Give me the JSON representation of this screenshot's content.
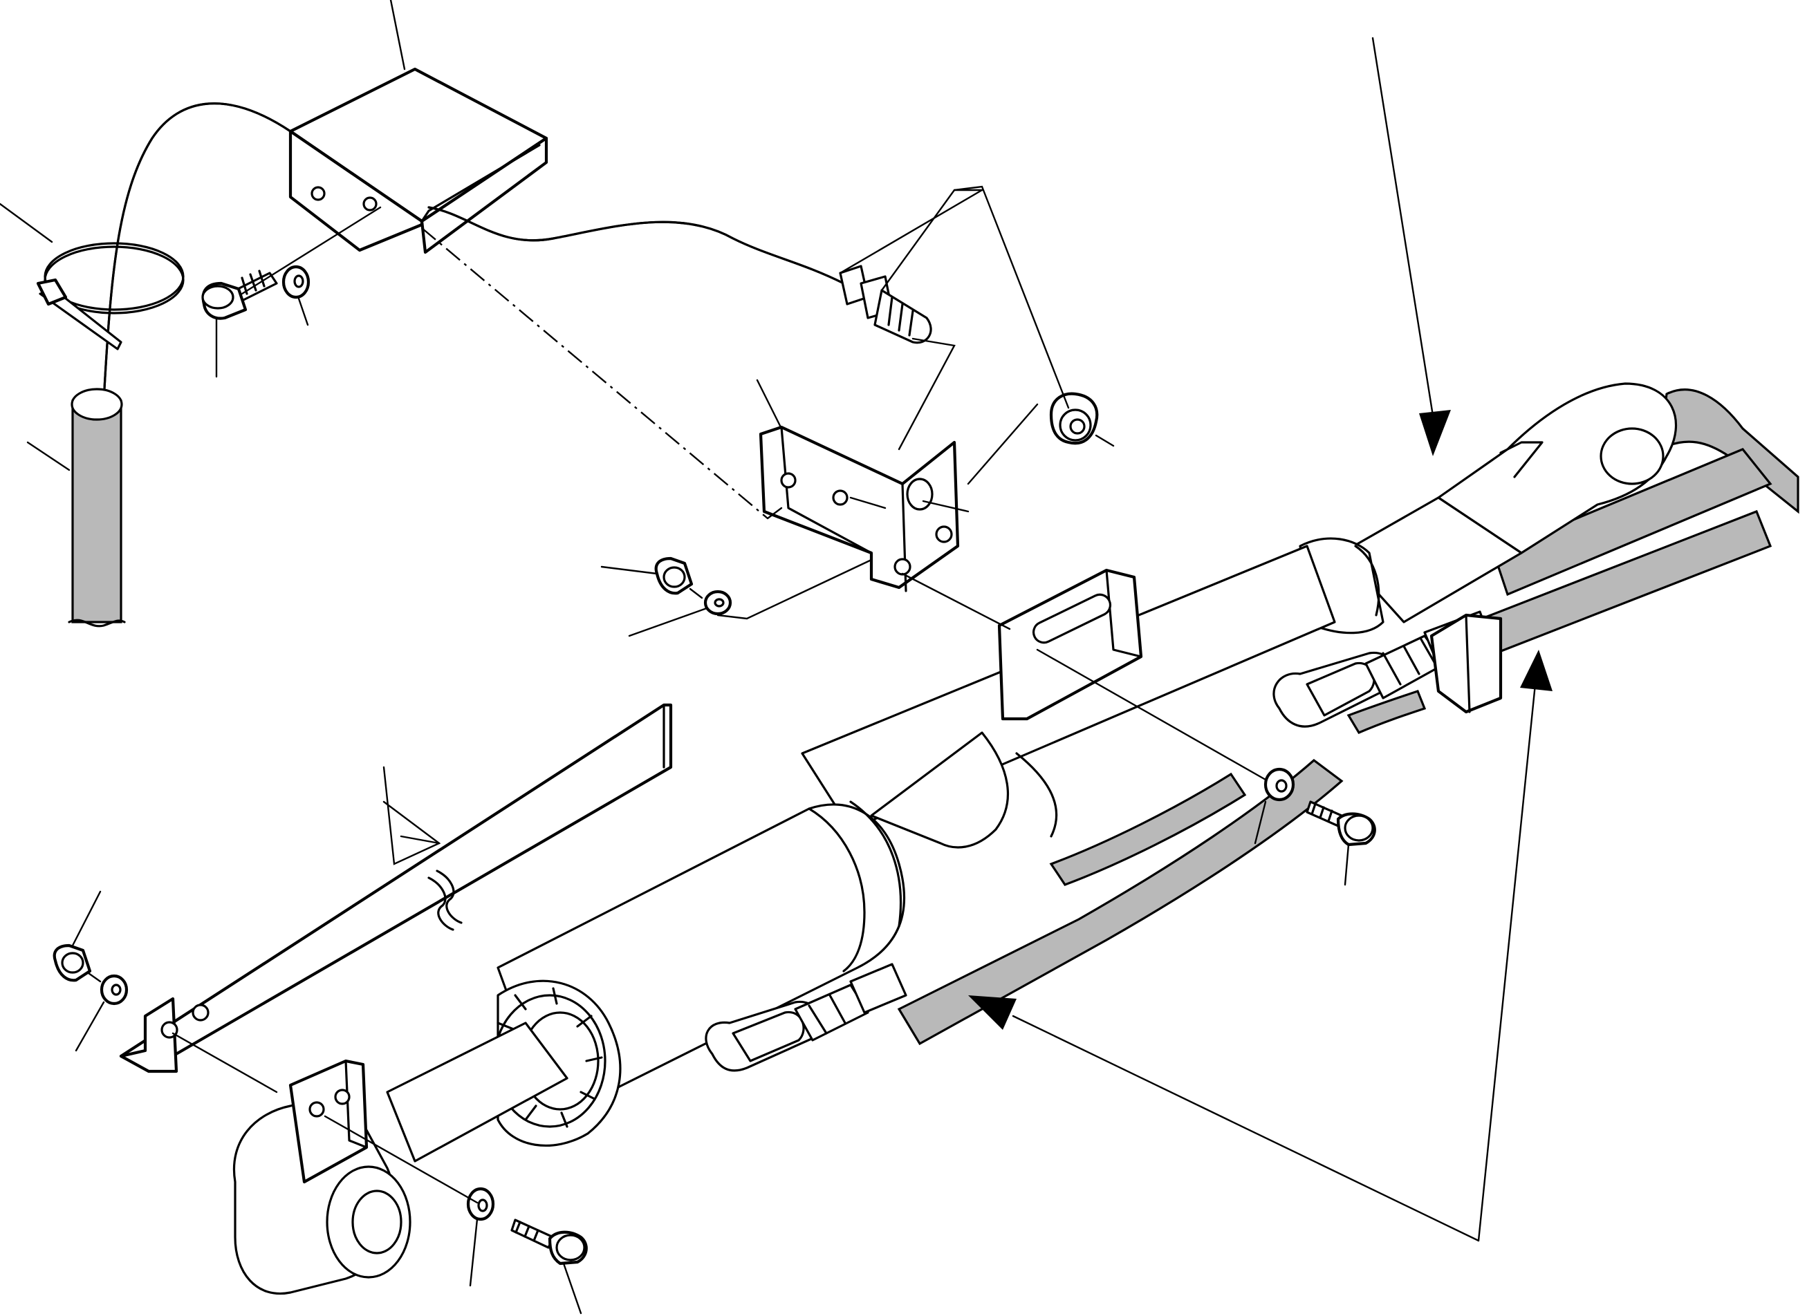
{
  "diagram": {
    "kind": "exploded-parts-view",
    "colors": {
      "line": "#000000",
      "background": "#ffffff",
      "hose_fill": "#b9b9b9"
    },
    "parts": [
      "sensor-box",
      "sensor-cable",
      "cable-tie",
      "cable-sleeve",
      "sensor-screw",
      "sensor-washer",
      "threaded-sensor-probe",
      "mounting-bracket",
      "bracket-nut",
      "bracket-nut-washer",
      "probe-nut",
      "cylinder-tab-plate",
      "cylinder-tab-washer",
      "cylinder-tab-screw",
      "hydraulic-cylinder",
      "hydraulic-hose",
      "flat-bar",
      "bar-nut",
      "bar-washer",
      "clevis-washer",
      "clevis-screw"
    ]
  }
}
